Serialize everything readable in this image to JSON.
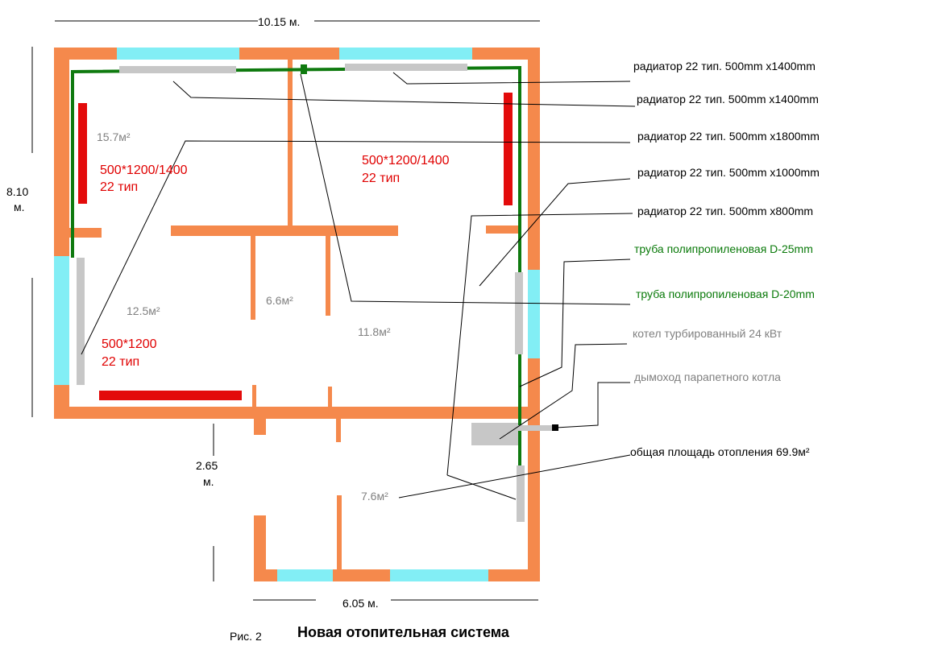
{
  "colors": {
    "wall": "#f5894c",
    "window": "#82eef5",
    "pipe": "#0f7a0f",
    "radiator": "#e30b0b",
    "radiator_gray": "#c7c7c7",
    "red_text": "#e00000",
    "green_text": "#0a7a0a",
    "gray_text": "#808080",
    "black_text": "#000000"
  },
  "dimensions": {
    "top": "10.15 м.",
    "left_value": "8.10",
    "left_unit": "м.",
    "bottom": "6.05 м.",
    "middle_value": "2.65",
    "middle_unit": "м."
  },
  "rooms": {
    "r1": "15.7м²",
    "r2": "12.5м²",
    "r3": "6.6м²",
    "r4": "11.8м²",
    "r5": "7.6м²"
  },
  "radiator_labels": {
    "a_line1": "500*1200/1400",
    "a_line2": "22 тип",
    "b_line1": "500*1200/1400",
    "b_line2": "22 тип",
    "c_line1": "500*1200",
    "c_line2": "22 тип"
  },
  "legend": [
    {
      "text": "радиатор 22 тип. 500mm х1400mm",
      "color": "black"
    },
    {
      "text": "радиатор 22 тип. 500mm х1400mm",
      "color": "black"
    },
    {
      "text": "радиатор 22 тип. 500mm х1800mm",
      "color": "black"
    },
    {
      "text": "радиатор 22 тип. 500mm х1000mm",
      "color": "black"
    },
    {
      "text": "радиатор 22 тип. 500mm х800mm",
      "color": "black"
    },
    {
      "text": "труба полипропиленовая D-25mm",
      "color": "green"
    },
    {
      "text": "труба полипропиленовая D-20mm",
      "color": "green"
    },
    {
      "text": "котел турбированный 24 кВт",
      "color": "gray"
    },
    {
      "text": "дымоход парапетного котла",
      "color": "gray"
    },
    {
      "text": "общая площадь отопления 69.9м²",
      "color": "black"
    }
  ],
  "caption": {
    "fig": "Рис. 2",
    "title": "Новая отопительная система"
  }
}
